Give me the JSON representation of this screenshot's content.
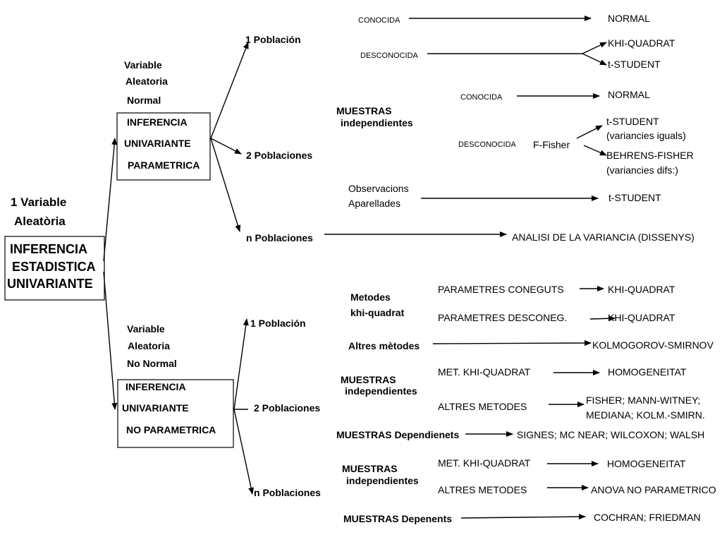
{
  "root": {
    "lines": [
      "INFERENCIA",
      "ESTADISTICA",
      "UNIVARIANTE"
    ],
    "variable_lines": [
      "1 Variable",
      "Aleatòria"
    ]
  },
  "parametric": {
    "desc_lines": [
      "Variable",
      "Aleatoria",
      "Normal"
    ],
    "box_lines": [
      "INFERENCIA",
      "UNIVARIANTE",
      "PARAMETRICA"
    ],
    "one_pop": "1 Población",
    "two_pop": "2 Poblaciones",
    "n_pop": "n Poblaciones",
    "one_known": "CONOCIDA",
    "one_known_result": "NORMAL",
    "one_unknown": "DESCONOCIDA",
    "one_unknown_results": [
      "KHI-QUADRAT",
      "t-STUDENT"
    ],
    "indep_lines": [
      "MUESTRAS",
      "independientes"
    ],
    "two_known": "CONOCIDA",
    "two_known_result": "NORMAL",
    "two_unknown": "DESCONOCIDA",
    "fisher": "F-Fisher",
    "equal_var": [
      "t-STUDENT",
      "(variancies iguals)"
    ],
    "diff_var": [
      "BEHRENS-FISHER",
      "(variancies difs:)"
    ],
    "paired_lines": [
      "Observacions",
      "Aparellades"
    ],
    "paired_result": "t-STUDENT",
    "n_result": "ANALISI DE LA VARIANCIA (DISSENYS)"
  },
  "nonparametric": {
    "desc_lines": [
      "Variable",
      "Aleatoria",
      "No Normal"
    ],
    "box_lines": [
      "INFERENCIA",
      "UNIVARIANTE",
      "NO PARAMETRICA"
    ],
    "one_pop": "1 Población",
    "two_pop": "2 Poblaciones",
    "n_pop": "n Poblaciones",
    "khi_methods": [
      "Metodes",
      "khi-quadrat"
    ],
    "known_params": "PARAMETRES CONEGUTS",
    "known_params_result": "KHI-QUADRAT",
    "unknown_params": "PARAMETRES DESCONEG.",
    "unknown_params_result": "KHI-QUADRAT",
    "other_methods": "Altres mètodes",
    "other_methods_result": "KOLMOGOROV-SMIRNOV",
    "indep2_lines": [
      "MUESTRAS",
      "independientes"
    ],
    "met_khi_2": "MET. KHI-QUADRAT",
    "met_khi_2_result": "HOMOGENEITAT",
    "altres_2": "ALTRES METODES",
    "altres_2_result": [
      "FISHER; MANN-WITNEY;",
      "MEDIANA; KOLM.-SMIRN."
    ],
    "dep2": "MUESTRAS Dependienets",
    "dep2_result": "SIGNES; MC NEAR; WILCOXON; WALSH",
    "indepn_lines": [
      "MUESTRAS",
      "independientes"
    ],
    "met_khi_n": "MET. KHI-QUADRAT",
    "met_khi_n_result": "HOMOGENEITAT",
    "altres_n": "ALTRES METODES",
    "altres_n_result": "ANOVA NO PARAMETRICO",
    "depn": "MUESTRAS Depenents",
    "depn_result": "COCHRAN; FRIEDMAN"
  }
}
